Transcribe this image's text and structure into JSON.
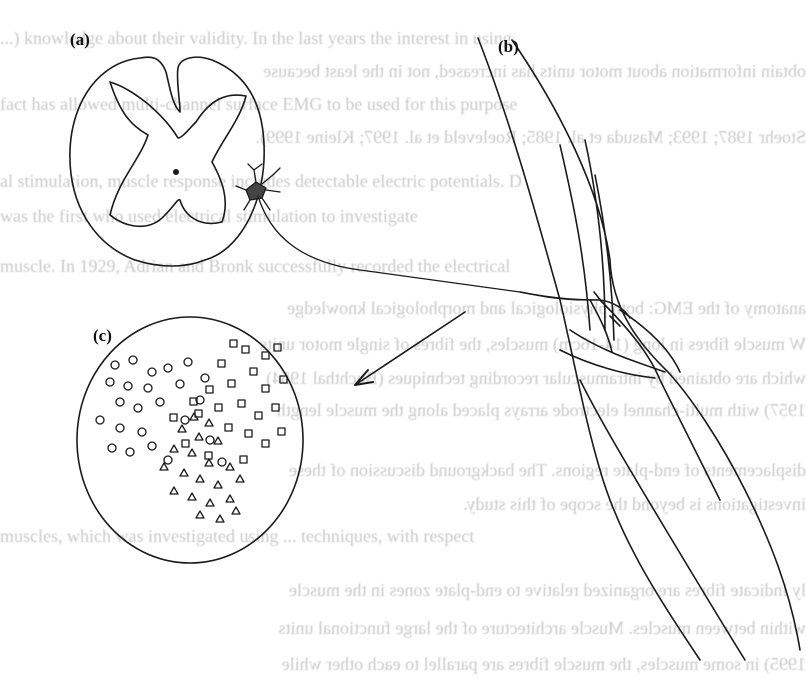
{
  "figure": {
    "panel_labels": {
      "a": "(a)",
      "b": "(b)",
      "c": "(c)"
    }
  },
  "bleed_text": [
    "...) knowledge about their validity. In the last years the interest in using",
    "obtain information about motor units has increased, not in the least because",
    "fact has allowed multi-channel surface EMG to be used for this purpose",
    "Stoehr 1987; 1993; Masuda et al. 1985; Roeleveld et al. 1997; Kleine 1999).",
    "al stimulation, muscle response includes detectable electric potentials. D",
    "was the first who used electrical stimulation to investigate",
    "muscle. In 1929, Adrian and Bronk successfully recorded the electrical",
    "anatomy of the EMG: both physiological and morphological knowledge",
    "W muscle fibres in long (14-16cm) muscles, the fibres of single motor units",
    "which are obtained by intramuscular recording techniques (Buchthal 1954)",
    "1957) with multi-channel electrode arrays placed along the muscle length",
    "displacements of end-plate regions. The background discussion of these",
    "investigations is beyond the scope of this study.",
    "muscles, which was investigated using ... techniques, with respect",
    "ly indicate fibres are organized relative to end-plate zones in the muscle",
    "within between muscles. Muscle architecture of the large functional units",
    "1995) in some muscles, the muscle fibres are parallel to each other while"
  ]
}
